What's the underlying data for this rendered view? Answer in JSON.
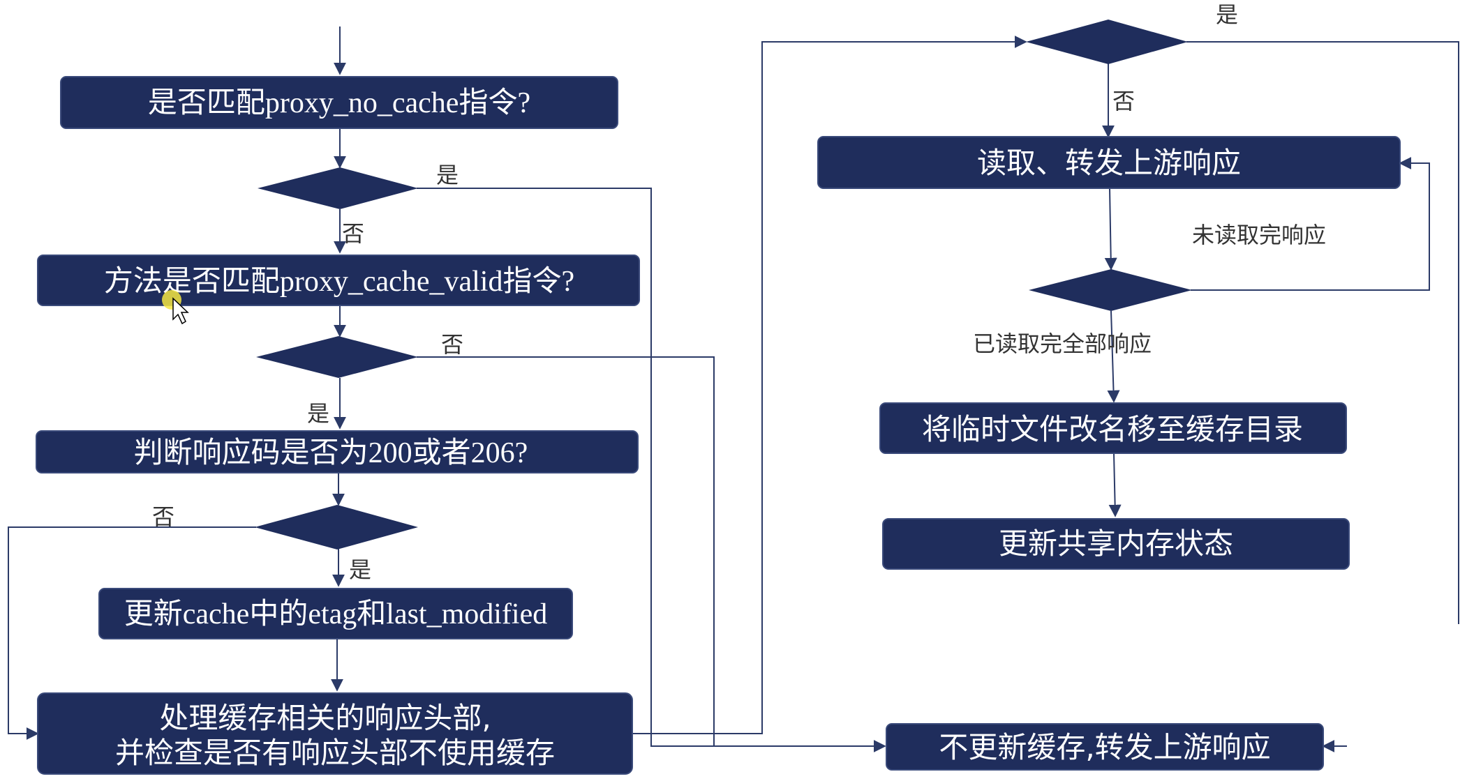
{
  "colors": {
    "box_fill": "#1f2d5c",
    "edge": "#2b3a67",
    "label_text": "#333333",
    "box_text": "#ffffff",
    "cursor_highlight": "#f5e642"
  },
  "nodes": {
    "check_no_cache": "是否匹配proxy_no_cache指令?",
    "check_cache_valid": "方法是否匹配proxy_cache_valid指令?",
    "check_status": "判断响应码是否为200或者206?",
    "update_etag": "更新cache中的etag和last_modified",
    "process_headers_line1": "处理缓存相关的响应头部,",
    "process_headers_line2": "并检查是否有响应头部不使用缓存",
    "read_forward": "读取、转发上游响应",
    "rename_temp": "将临时文件改名移至缓存目录",
    "update_shm": "更新共享内存状态",
    "no_update_forward": "不更新缓存,转发上游响应"
  },
  "edge_labels": {
    "d1_yes": "是",
    "d1_no": "否",
    "d2_no": "否",
    "d2_yes": "是",
    "d3_no": "否",
    "d3_yes": "是",
    "d4_yes": "是",
    "d4_no": "否",
    "d5_not_done": "未读取完响应",
    "d5_done": "已读取完全部响应"
  },
  "icons": {
    "cursor": "mouse-pointer-icon"
  }
}
